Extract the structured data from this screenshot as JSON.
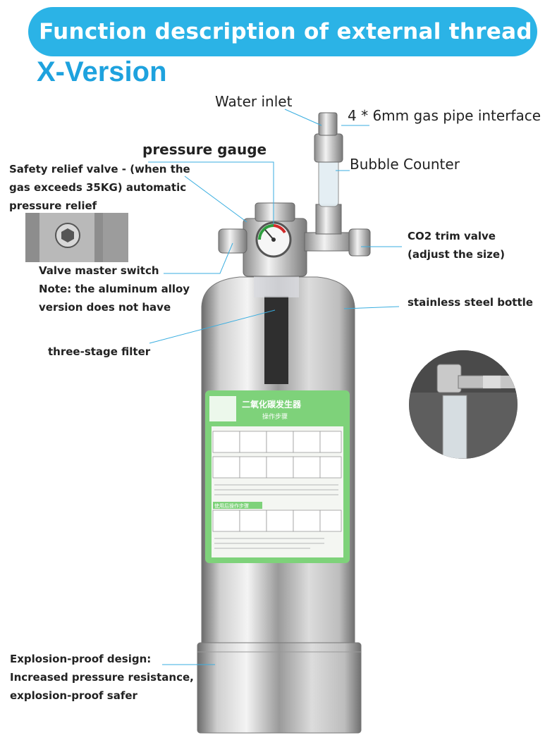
{
  "header": {
    "banner_title": "Function description of external thread",
    "version": "X-Version"
  },
  "labels": {
    "water_inlet": "Water inlet",
    "gas_pipe": "4 * 6mm gas pipe interface",
    "pressure_gauge": "pressure gauge",
    "bubble_counter": "Bubble Counter",
    "safety_valve": [
      "Safety relief valve - (when the",
      "gas exceeds 35KG) automatic",
      "pressure relief"
    ],
    "co2_valve": [
      "CO2 trim valve",
      "(adjust the size)"
    ],
    "master_switch": [
      "Valve master switch",
      "Note: the aluminum alloy",
      "version does not have"
    ],
    "stainless": "stainless steel bottle",
    "filter": "three-stage filter",
    "explosion": [
      "Explosion-proof design:",
      "Increased pressure resistance,",
      "explosion-proof safer"
    ]
  },
  "sticker": {
    "title": "二氧化碳发生器",
    "subtitle": "操作步骤",
    "section": "使用后操作步骤"
  },
  "colors": {
    "banner": "#2bb3e6",
    "version": "#1ea2de",
    "leader": "#3aaee0",
    "sticker": "#7ed27a"
  }
}
